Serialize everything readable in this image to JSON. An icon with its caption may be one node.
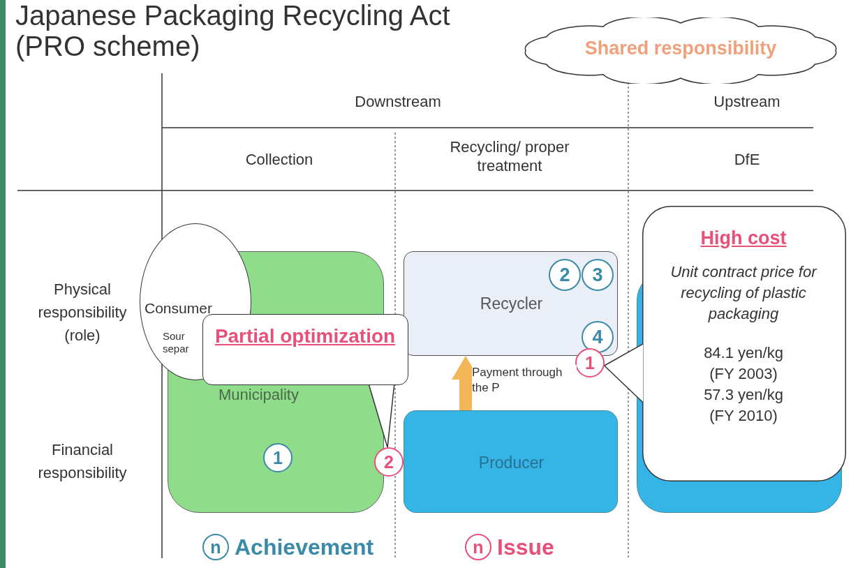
{
  "diagram": {
    "title": "Japanese Packaging Recycling Act (PRO scheme)",
    "nodes": [
      {
        "text": [
          "Shared responsibility"
        ]
      },
      {
        "text": [
          "Municipality"
        ]
      },
      {
        "text": [
          "Consumer",
          "Sour separ"
        ]
      },
      {
        "text": [
          "1"
        ],
        "in": 1
      },
      {
        "text": [
          "Partial optimization"
        ]
      },
      {
        "text": [
          "2"
        ]
      },
      {
        "text": [
          "Recycler"
        ]
      },
      {
        "text": [
          "2"
        ],
        "in": 6
      },
      {
        "text": [
          "3"
        ],
        "in": 6
      },
      {
        "text": [
          "4"
        ],
        "in": 6
      },
      {
        "text": [
          "1"
        ]
      },
      {
        "text": [
          "High cost",
          "Unit contract price for recycling of plastic packaging",
          "84.1 yen/kg (FY 2003)",
          "57.3 yen/kg (FY 2010)"
        ]
      },
      {
        "text": [
          "Producer"
        ]
      }
    ],
    "edges": [
      {
        "from": 4,
        "to": 5,
        "arrow": "none"
      },
      {
        "from": 11,
        "to": 10,
        "arrow": "none"
      },
      {
        "from": 12,
        "to": 6,
        "arrow": "to",
        "label": "Payment through the P",
        "style": "thick",
        "color": "#f2b657"
      }
    ],
    "labels": [
      "Downstream",
      "Upstream",
      "Collection",
      "Recycling/ proper treatment",
      "DfE",
      "Physical responsibility (role)",
      "Financial responsibility",
      "n",
      "n"
    ],
    "legend": [
      {
        "text": "Achievement"
      },
      {
        "text": "Issue"
      }
    ]
  }
}
